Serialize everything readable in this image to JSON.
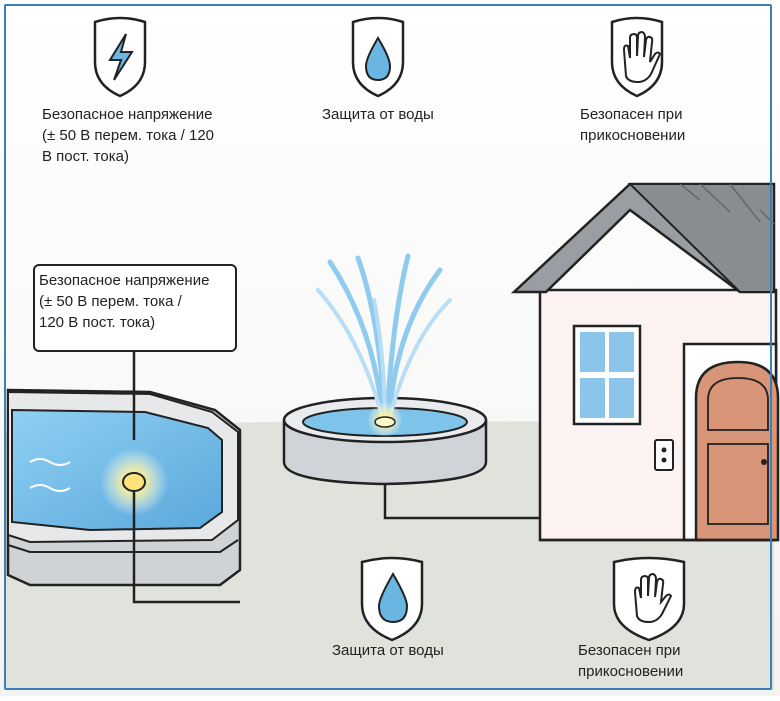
{
  "top_icons": [
    {
      "icon": "lightning-shield-icon",
      "lines": [
        "Безопасное напряжение",
        "(± 50 В перем. тока / 120",
        "В пост. тока)"
      ]
    },
    {
      "icon": "water-drop-shield-icon",
      "lines": [
        "Защита от воды"
      ]
    },
    {
      "icon": "hand-shield-icon",
      "lines": [
        "Безопасен при",
        "прикосновении"
      ]
    }
  ],
  "callout": {
    "lines": [
      "Безопасное напряжение",
      "(± 50 В перем. тока /",
      "120 В пост. тока)"
    ]
  },
  "bottom_icons": [
    {
      "icon": "water-drop-shield-icon",
      "lines": [
        "Защита от воды"
      ]
    },
    {
      "icon": "hand-shield-icon",
      "lines": [
        "Безопасен при",
        "прикосновении"
      ]
    }
  ],
  "colors": {
    "frame": "#3b7fb5",
    "water": "#7ec3ea",
    "lawn": "#dfe3dc",
    "door": "#d99578",
    "roof": "#8a8d90",
    "light": "#ffe27a"
  }
}
